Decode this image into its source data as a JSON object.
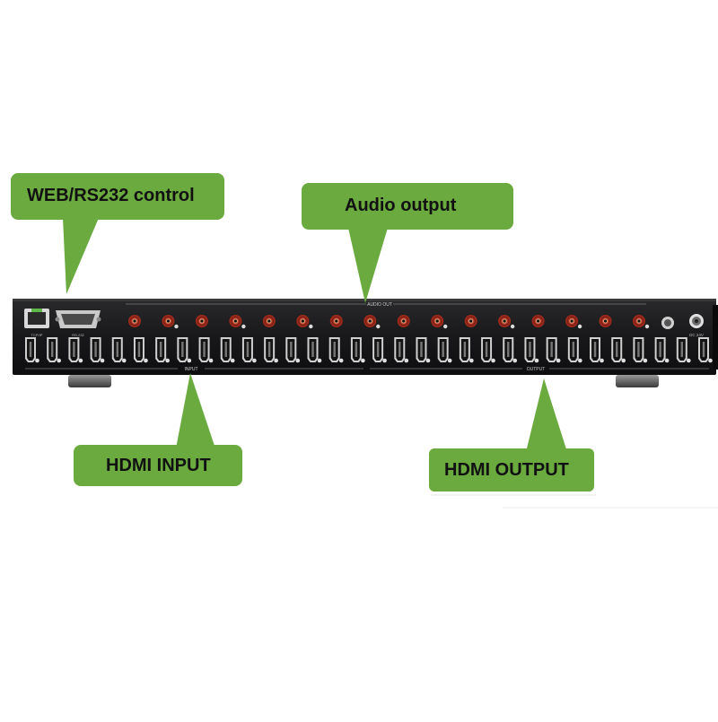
{
  "callouts": {
    "web_control": "WEB/RS232 control",
    "audio_output": "Audio output",
    "hdmi_input": "HDMI INPUT",
    "hdmi_output": "HDMI OUTPUT"
  },
  "panel": {
    "audio_out_label": "AUDIO OUT",
    "input_label": "INPUT",
    "output_label": "OUTPUT",
    "tcp_label": "TCP/IP",
    "rs232_label": "RS-232",
    "dc_label": "DC 24V",
    "audio_port_count": 16,
    "hdmi_input_count": 16,
    "hdmi_output_count": 16
  },
  "colors": {
    "callout_green": "#6aaa3f",
    "chassis": "#1c1c1e",
    "port_red": "#b8321f"
  }
}
